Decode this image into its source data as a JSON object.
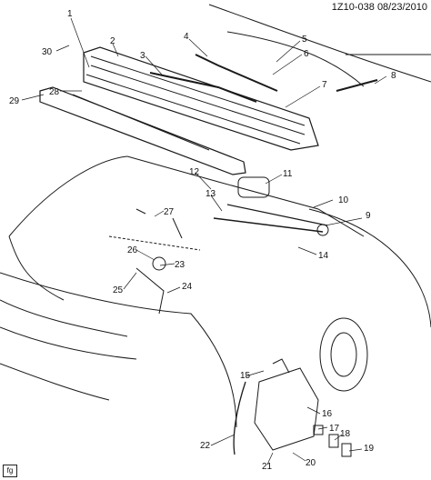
{
  "diagram": {
    "header_code": "1Z10-038",
    "header_date": "08/23/2010",
    "corner_mark": "fg",
    "callouts": [
      "1",
      "2",
      "3",
      "4",
      "5",
      "6",
      "7",
      "8",
      "9",
      "10",
      "11",
      "12",
      "13",
      "14",
      "15",
      "16",
      "17",
      "18",
      "19",
      "20",
      "21",
      "22",
      "23",
      "24",
      "25",
      "26",
      "27",
      "28",
      "29",
      "30"
    ]
  }
}
